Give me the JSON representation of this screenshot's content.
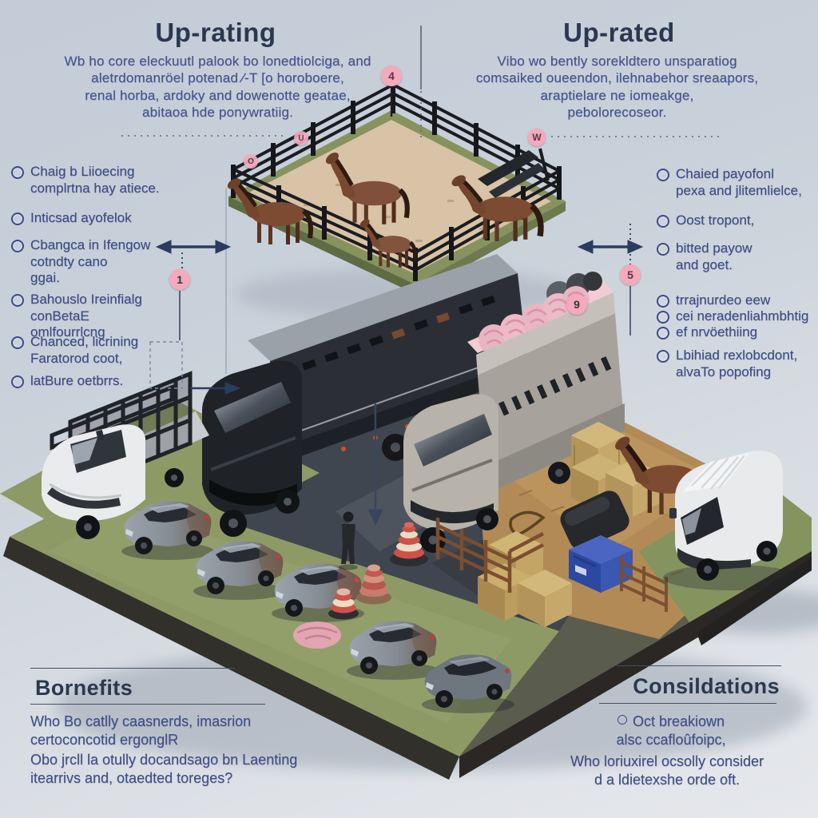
{
  "colors": {
    "background_top": "#c3ccd7",
    "background_bottom": "#e6e8ec",
    "heading_text": "#2a3950",
    "body_text": "#44548c",
    "marker_pink": "#f4aabb",
    "annotation_navy": "#2b3b5c",
    "grass_green": "#8e9a66",
    "asphalt_grey": "#40464f",
    "straw_tan": "#b28a56",
    "bale_pink": "#eab5c3"
  },
  "top_left": {
    "title": "Up-rating",
    "body": "Wb ho core eleckuutl palook bo lonedtiolciga, and\naletrdomanröel potenad ⁄-T [o horoboere,\nrenal horba, ardoky and dowenotte geatae,\nabitaoa hde ponywratiig."
  },
  "top_right": {
    "title": "Up-rated",
    "body": "Vibo wo bently sorekldtero unsparatiog\ncomsaiked oueendon, ilehnabehor sreaapors,\naraptielare ne iomeakge,\npebolorecoseor."
  },
  "left_list": {
    "items": [
      {
        "text": "Chaig b Liioecing\ncomplrtna hay atiece."
      },
      {
        "text": "Inticsad ayofelok"
      },
      {
        "text": "Cbangca in Ifengow\ncotndty cano\nggai."
      },
      {
        "text": "Bahouslo Ireinfialg\nconBetaE omlfourrlcng"
      },
      {
        "text": "Chanced, licrining\nFaratorod coot,"
      },
      {
        "text": "latBure oetbrrs."
      }
    ]
  },
  "right_list": {
    "items": [
      {
        "text": "Chaied payofonl\npexa and jlitemlielce,"
      },
      {
        "text": "Oost tropont,"
      },
      {
        "text": "bitted payow\nand goet."
      },
      {
        "text": "trrajnurdeo eew"
      },
      {
        "text": "cei neradenliahmbhtig"
      },
      {
        "text": "ef nrvöethiing"
      },
      {
        "text": "Lbihiad rexlobcdont,\nalvaTo popofing"
      }
    ]
  },
  "benefits": {
    "title": "Bornefits",
    "p1": "Who Bo catlly caasnerds, imasrion\ncertoconcotid ergonglR",
    "p2": "Obo jrcll la otully docandsago bn Laenting\nitearrivs and, otaedted toreges?"
  },
  "considerations": {
    "title": "Consildations",
    "bullet": "Oct breakiown\nalsc ccafloûfoipc,",
    "p": "Who loriuxirel ocsolly consider\nd a ldietexshe orde oft."
  },
  "markers": [
    {
      "label": "4"
    },
    {
      "label": "W"
    },
    {
      "label": "U"
    },
    {
      "label": "O"
    },
    {
      "label": "1"
    },
    {
      "label": "5"
    },
    {
      "label": "9"
    }
  ],
  "icons": {
    "list_bullet": "circle-ring-icon",
    "considerations_bullet": "small-circle-icon"
  }
}
